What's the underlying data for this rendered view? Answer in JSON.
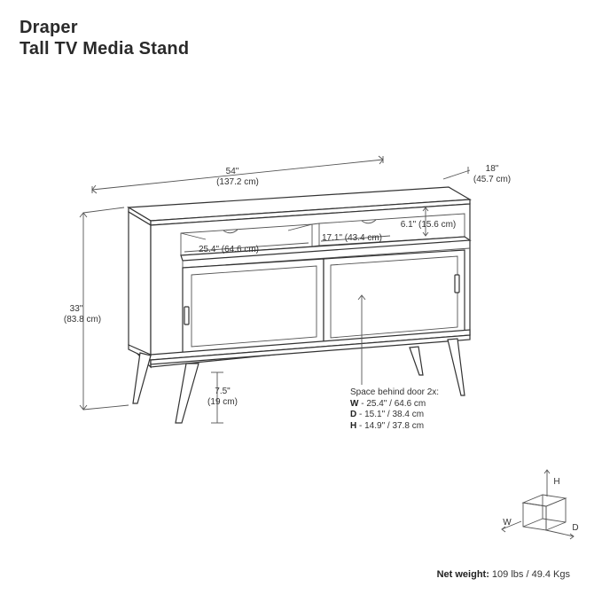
{
  "header": {
    "brand_line": "Draper",
    "product_line": "Tall TV Media Stand"
  },
  "dimensions": {
    "width_in": "54\"",
    "width_cm": "(137.2 cm)",
    "depth_in": "18\"",
    "depth_cm": "(45.7 cm)",
    "height_in": "33\"",
    "height_cm": "(83.8 cm)",
    "leg_in": "7.5\"",
    "leg_cm": "(19 cm)",
    "shelf_left": "25.4\" (64.6 cm)",
    "shelf_right": "17.1\" (43.4 cm)",
    "shelf_height": "6.1\" (15.6 cm)"
  },
  "door_note": {
    "heading": "Space behind door 2x:",
    "rows": [
      {
        "key": "W",
        "value": " - 25.4\" / 64.6 cm"
      },
      {
        "key": "D",
        "value": " - 15.1\" / 38.4 cm"
      },
      {
        "key": "H",
        "value": " - 14.9\" / 37.8 cm"
      }
    ]
  },
  "axis_legend": {
    "h": "H",
    "w": "W",
    "d": "D"
  },
  "footer": {
    "weight_label": "Net weight:",
    "weight_value": " 109 lbs / 49.4 Kgs"
  }
}
